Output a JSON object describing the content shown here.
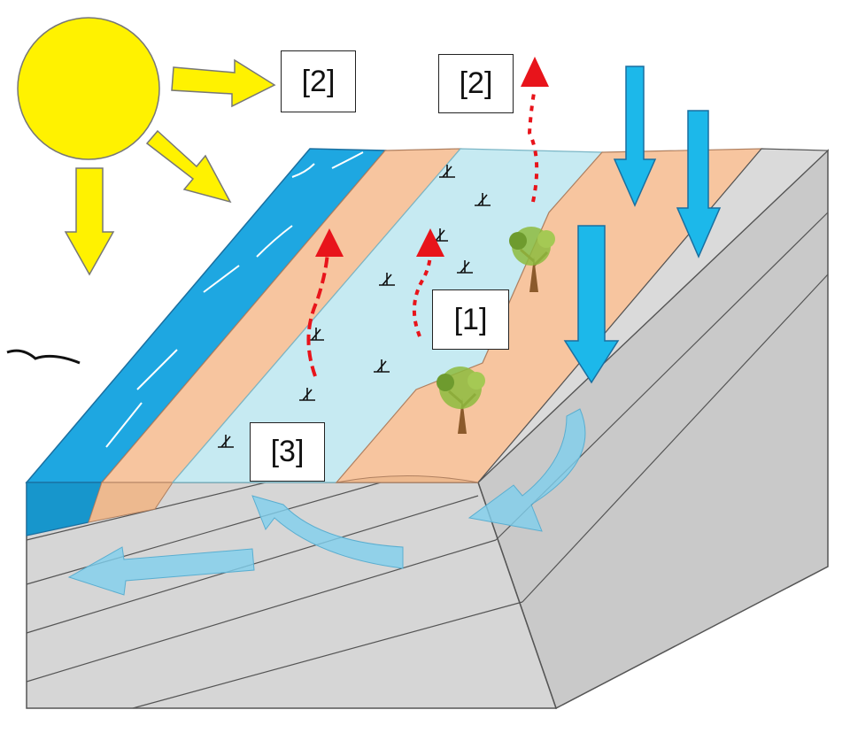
{
  "labels": {
    "label_1": "[1]",
    "label_2_sun": "[2]",
    "label_2_soil": "[2]",
    "label_3": "[3]"
  },
  "colors": {
    "sun": "#FFF200",
    "sea": "#1EA7E1",
    "sand": "#F7C59F",
    "lagoon": "#C6EAF2",
    "rock": "#D9D9D9",
    "rain_arrow": "#1CB8EA",
    "flow_arrow": "#7FD0EE",
    "evap_arrow": "#E8141B",
    "tree_trunk": "#8B5A2B",
    "tree_canopy": "#8DBB3E"
  },
  "icons": [
    "sun-icon",
    "bird-icon",
    "tree-icon",
    "grass-tuft-icon"
  ]
}
